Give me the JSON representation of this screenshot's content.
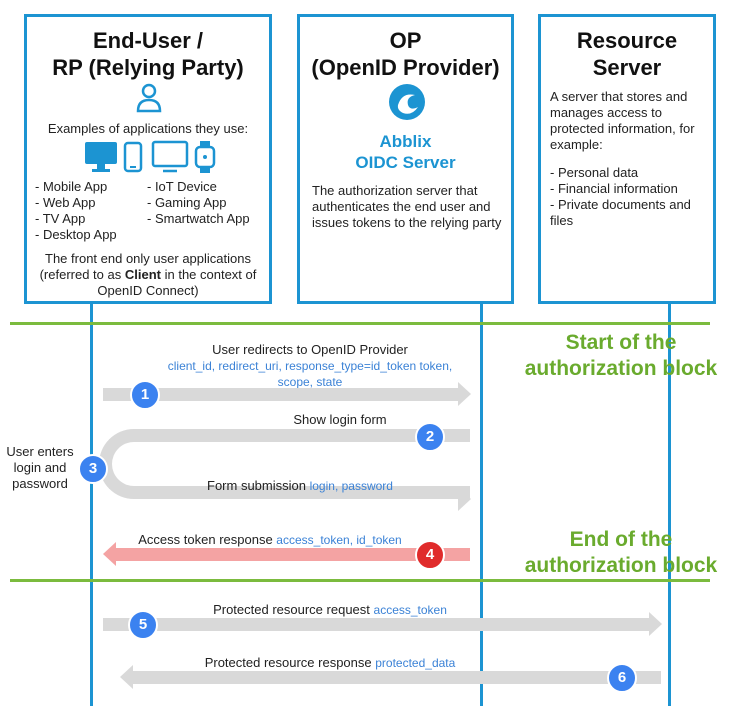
{
  "boxes": {
    "rp": {
      "title": "End-User /\nRP (Relying Party)",
      "examples_heading": "Examples of applications they use:",
      "apps_col1": [
        "- Mobile App",
        "- Web App",
        "- TV App",
        "- Desktop App"
      ],
      "apps_col2": [
        "- IoT Device",
        "- Gaming App",
        "- Smartwatch App"
      ],
      "footer_pre": "The front end only user applications (referred to as ",
      "footer_bold": "Client",
      "footer_post": " in the context of OpenID Connect)"
    },
    "op": {
      "title": "OP\n(OpenID Provider)",
      "brand": "Abblix\nOIDC Server",
      "description": "The authorization server that authenticates the end user and issues tokens to the relying party"
    },
    "rs": {
      "title": "Resource\nServer",
      "description": "A server that stores and manages access to protected information, for example:",
      "items": [
        "- Personal data",
        "- Financial information",
        "- Private documents and files"
      ]
    }
  },
  "blocks": {
    "start": "Start of the\nauthorization block",
    "end": "End of the\nauthorization block"
  },
  "steps": [
    {
      "num": "1",
      "label": "User redirects to OpenID Provider",
      "params": "client_id, redirect_uri, response_type=id_token token, scope, state"
    },
    {
      "num": "2",
      "label": "Show login form",
      "params": ""
    },
    {
      "num": "3",
      "label": "User enters login and password",
      "params": ""
    },
    {
      "num": "",
      "label": "Form submission",
      "params": "login, password"
    },
    {
      "num": "4",
      "label": "Access token response",
      "params_red": "access_token",
      "params": ", id_token"
    },
    {
      "num": "5",
      "label": "Protected resource request",
      "params": "access_token"
    },
    {
      "num": "6",
      "label": "Protected resource response",
      "params": "protected_data"
    }
  ],
  "colors": {
    "box_border": "#1c94d2",
    "divider": "#7bbb3e",
    "arrow_gray": "#d9d9d9",
    "arrow_red": "#f4a3a3",
    "badge_blue": "#3b82f0",
    "badge_red": "#e02b2b"
  }
}
